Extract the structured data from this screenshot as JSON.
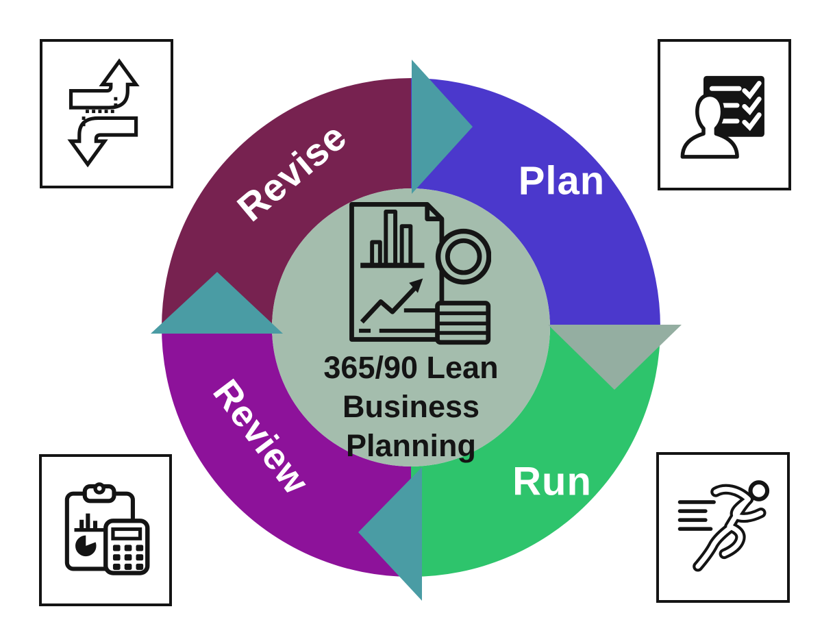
{
  "page": {
    "background_color": "#FFFFFF"
  },
  "diagram": {
    "type": "cycle",
    "center": {
      "title": "365/90 Lean Business Planning",
      "title_lines": [
        "365/90 Lean",
        "Business",
        "Planning"
      ],
      "title_color": "#141414",
      "icon": "report-analysis-icon",
      "circle_color": "#A4BDAD"
    },
    "segments": [
      {
        "label": "Revise",
        "color": "#772250",
        "position": "top-left"
      },
      {
        "label": "Plan",
        "color": "#4B38CC",
        "position": "top-right"
      },
      {
        "label": "Run",
        "color": "#2EC46C",
        "position": "bottom-right"
      },
      {
        "label": "Review",
        "color": "#8D129A",
        "position": "bottom-left"
      }
    ],
    "label_color": "#FFFFFF",
    "flow_arrows": [
      {
        "position": "top",
        "direction": "right",
        "color": "#4A9CA4",
        "from": "Revise",
        "to": "Plan"
      },
      {
        "position": "right",
        "direction": "down",
        "color": "#94AEA1",
        "from": "Plan",
        "to": "Run"
      },
      {
        "position": "bottom",
        "direction": "left",
        "color": "#4A9CA4",
        "from": "Run",
        "to": "Review"
      },
      {
        "position": "left",
        "direction": "up",
        "color": "#4A9CA4",
        "from": "Review",
        "to": "Revise"
      }
    ]
  },
  "corner_icons": [
    {
      "name": "swap-arrows-icon",
      "position": "top-left"
    },
    {
      "name": "person-checklist-icon",
      "position": "top-right"
    },
    {
      "name": "clipboard-calculator-icon",
      "position": "bottom-left"
    },
    {
      "name": "running-person-icon",
      "position": "bottom-right"
    }
  ]
}
